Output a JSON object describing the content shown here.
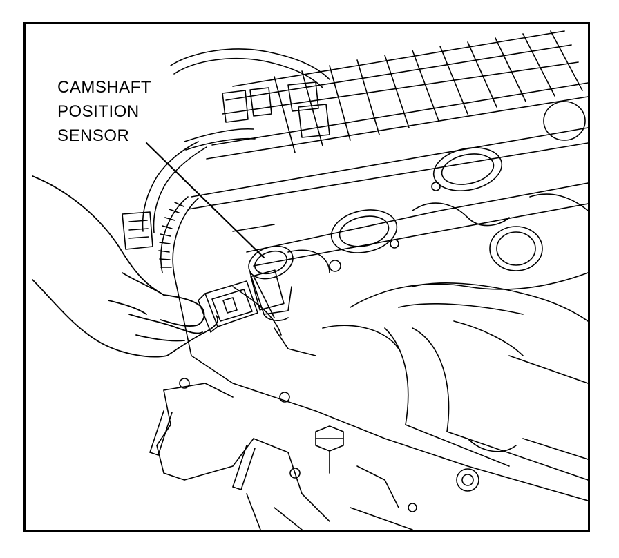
{
  "figure": {
    "callout_label": {
      "line1": "CAMSHAFT",
      "line2": "POSITION",
      "line3": "SENSOR"
    },
    "line_color": "#000000",
    "background_color": "#ffffff"
  }
}
